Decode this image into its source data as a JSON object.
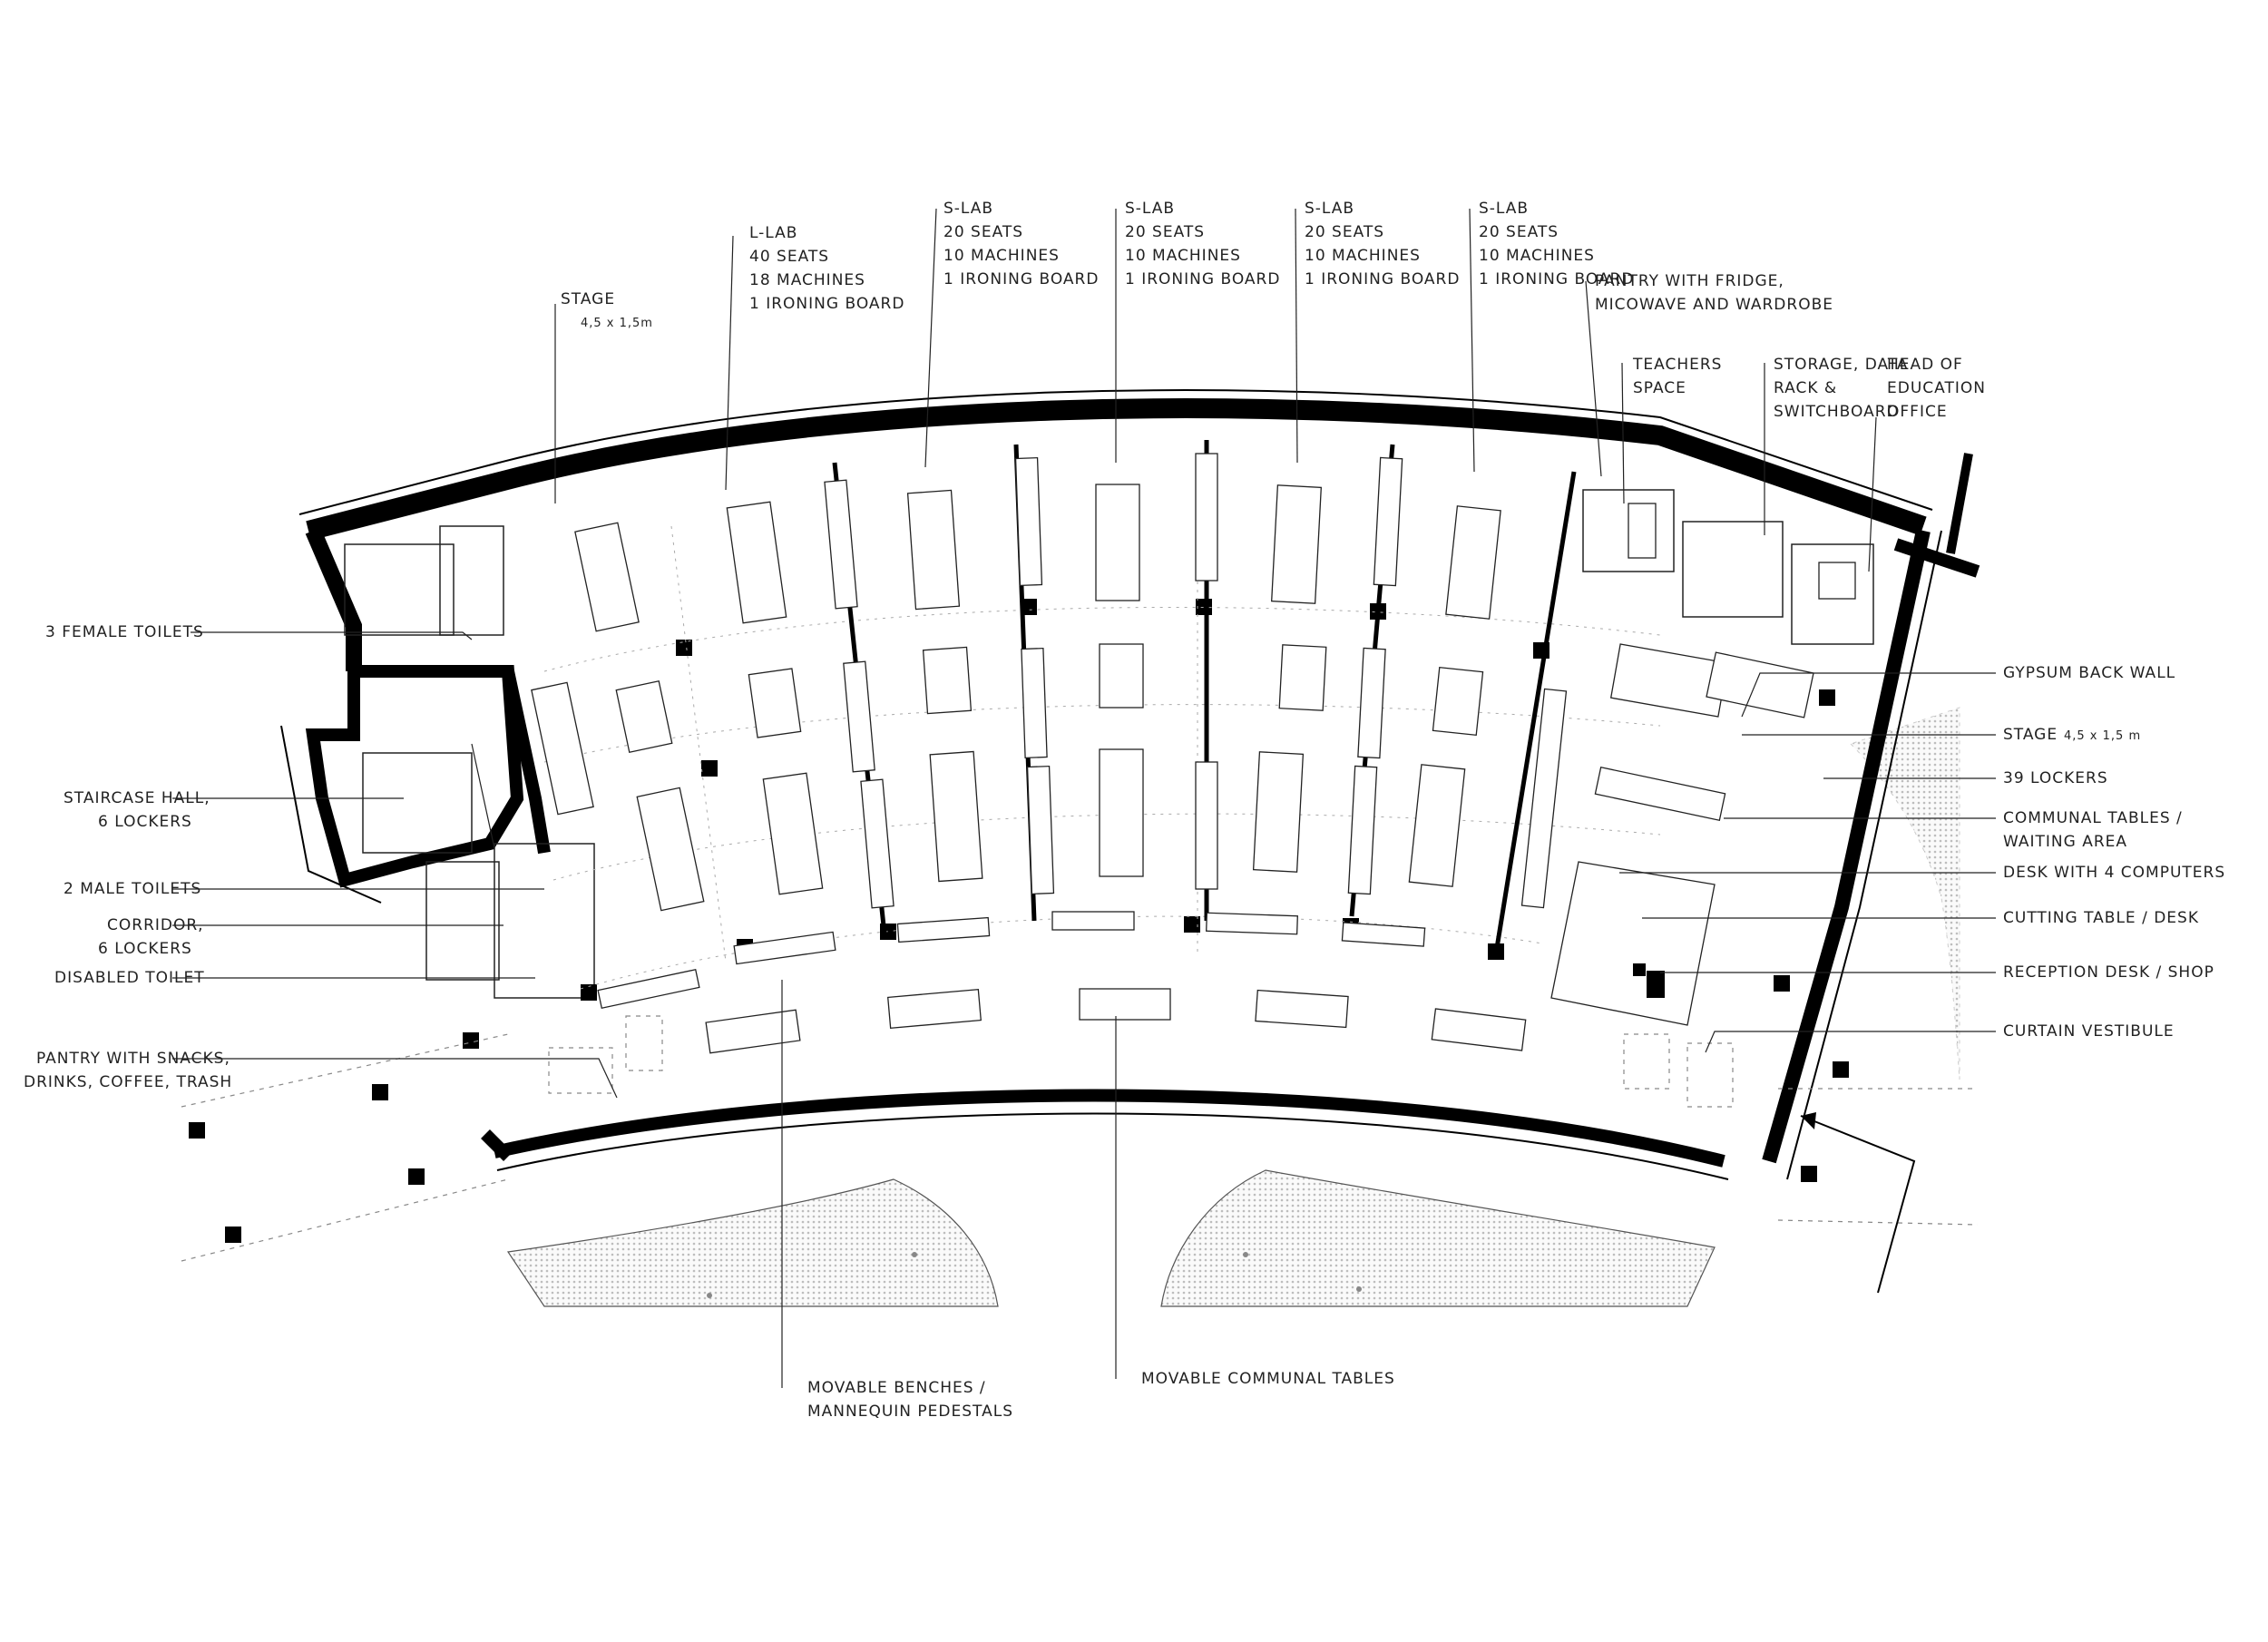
{
  "labels": {
    "stage_top": "STAGE",
    "stage_top_dim": "4,5 x 1,5m",
    "l_lab": [
      "L-LAB",
      "40 SEATS",
      "18 MACHINES",
      "1 IRONING BOARD"
    ],
    "s_lab": [
      "S-LAB",
      "20 SEATS",
      "10 MACHINES",
      "1 IRONING BOARD"
    ],
    "pantry_fridge": [
      "PANTRY WITH FRIDGE,",
      "MICOWAVE AND WARDROBE"
    ],
    "teachers": [
      "TEACHERS",
      "SPACE"
    ],
    "storage": [
      "STORAGE, DATA",
      "RACK &",
      "SWITCHBOARD"
    ],
    "head_office": [
      "HEAD OF",
      "EDUCATION",
      "OFFICE"
    ],
    "female_toilets": "3 FEMALE TOILETS",
    "staircase": [
      "STAIRCASE HALL,",
      "6 LOCKERS"
    ],
    "male_toilets": "2 MALE TOILETS",
    "corridor": [
      "CORRIDOR,",
      "6 LOCKERS"
    ],
    "disabled_toilet": "DISABLED TOILET",
    "pantry_snacks": [
      "PANTRY WITH SNACKS,",
      "DRINKS, COFFEE, TRASH"
    ],
    "gypsum": "GYPSUM BACK WALL",
    "stage_right": "STAGE",
    "stage_right_dim": "4,5 x 1,5 m",
    "lockers": "39 LOCKERS",
    "communal": [
      "COMMUNAL TABLES /",
      "WAITING AREA"
    ],
    "desk_computers": "DESK WITH 4 COMPUTERS",
    "cutting": "CUTTING TABLE / DESK",
    "reception": "RECEPTION DESK / SHOP",
    "curtain": "CURTAIN VESTIBULE",
    "benches": [
      "MOVABLE BENCHES /",
      "MANNEQUIN PEDESTALS"
    ],
    "communal_tables": "MOVABLE COMMUNAL TABLES"
  },
  "colors": {
    "ink": "#000000",
    "line": "#222222",
    "dashed": "#888888",
    "paving": "#cfcfcf"
  }
}
